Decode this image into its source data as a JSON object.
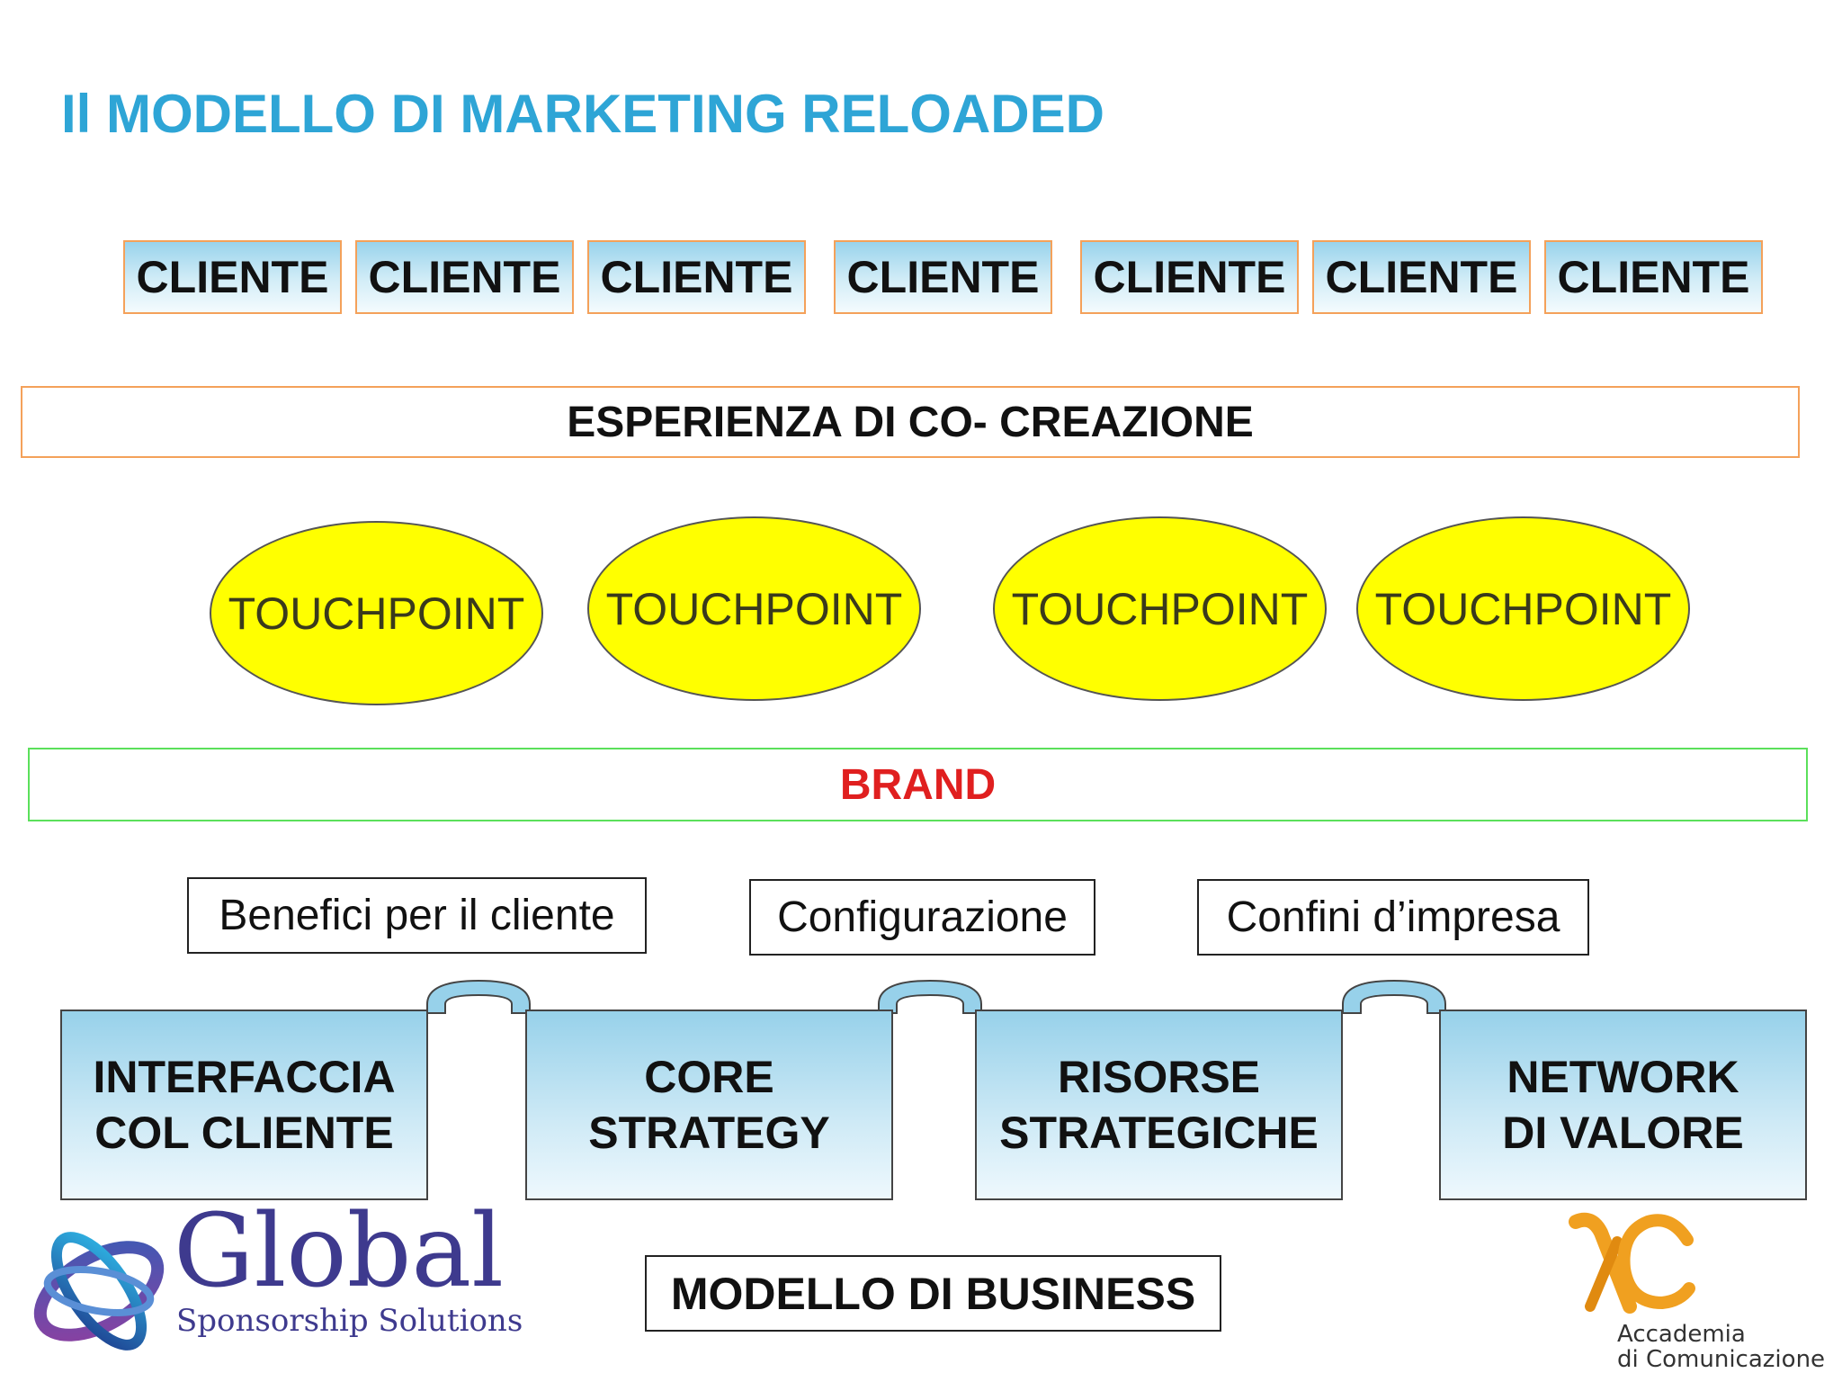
{
  "title": "Il MODELLO DI MARKETING RELOADED",
  "clienti": [
    "CLIENTE",
    "CLIENTE",
    "CLIENTE",
    "CLIENTE",
    "CLIENTE",
    "CLIENTE",
    "CLIENTE"
  ],
  "esperienza": "ESPERIENZA DI CO- CREAZIONE",
  "touchpoints": [
    "TOUCHPOINT",
    "TOUCHPOINT",
    "TOUCHPOINT",
    "TOUCHPOINT"
  ],
  "brand": "BRAND",
  "bridges": [
    "Benefici per il cliente",
    "Configurazione",
    "Confini d’impresa"
  ],
  "blocks": [
    {
      "line1": "INTERFACCIA",
      "line2": "COL CLIENTE"
    },
    {
      "line1": "CORE",
      "line2": "STRATEGY"
    },
    {
      "line1": "RISORSE",
      "line2": "STRATEGICHE"
    },
    {
      "line1": "NETWORK",
      "line2": "DI VALORE"
    }
  ],
  "modello_business": "MODELLO DI BUSINESS",
  "logos": {
    "global": {
      "name": "Global",
      "tagline": "Sponsorship Solutions"
    },
    "accademia": {
      "line1": "Accademia",
      "line2": "di Comunicazione"
    }
  },
  "colors": {
    "title": "#2ea5d6",
    "brand": "#e01f1f",
    "touchpoint_fill": "#ffff00",
    "orange_border": "#f4a15a",
    "green_border": "#5be05b",
    "block_fill": "#97d1ea"
  }
}
